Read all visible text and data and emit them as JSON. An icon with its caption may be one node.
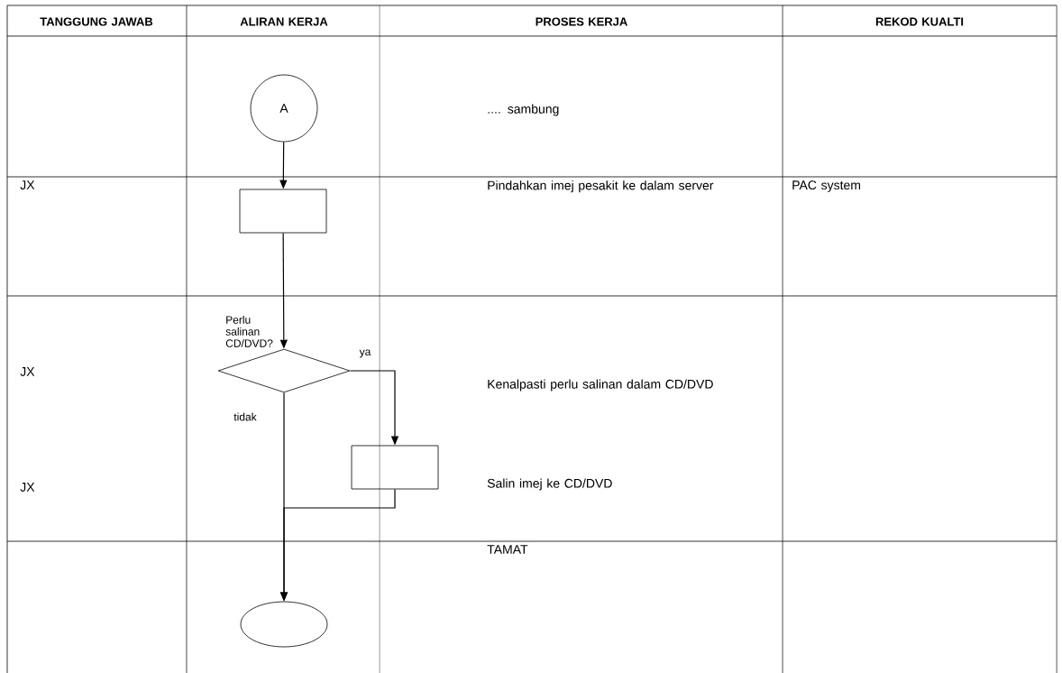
{
  "diagram": {
    "nodes": [
      {
        "text": [
          "A"
        ]
      },
      {
        "text": [],
        "shape": "box"
      },
      {
        "text": [],
        "shape": "diamond",
        "beside": [
          "Perlu salinan CD/DVD?"
        ]
      },
      {
        "text": [],
        "shape": "box"
      },
      {
        "text": [],
        "shape": "ellipse"
      }
    ],
    "edges": [
      {
        "from": 0,
        "to": 1,
        "arrow": "to"
      },
      {
        "from": 1,
        "to": 2,
        "arrow": "to"
      },
      {
        "from": 2,
        "to": 3,
        "arrow": "to",
        "label": "ya"
      },
      {
        "from": 2,
        "to": 4,
        "arrow": "to",
        "label": "tidak"
      },
      {
        "from": 3,
        "to": 4,
        "arrow": "to"
      }
    ],
    "labels": [
      "TANGGUNG JAWAB",
      "ALIRAN KERJA",
      "PROSES KERJA",
      "REKOD KUALTI",
      ".... sambung",
      "JX",
      "Pindahkan imej pesakit ke dalam server",
      "PAC system",
      "JX",
      "Kenalpasti perlu salinan dalam CD/DVD",
      "JX",
      "Salin imej ke CD/DVD",
      "TAMAT"
    ]
  }
}
